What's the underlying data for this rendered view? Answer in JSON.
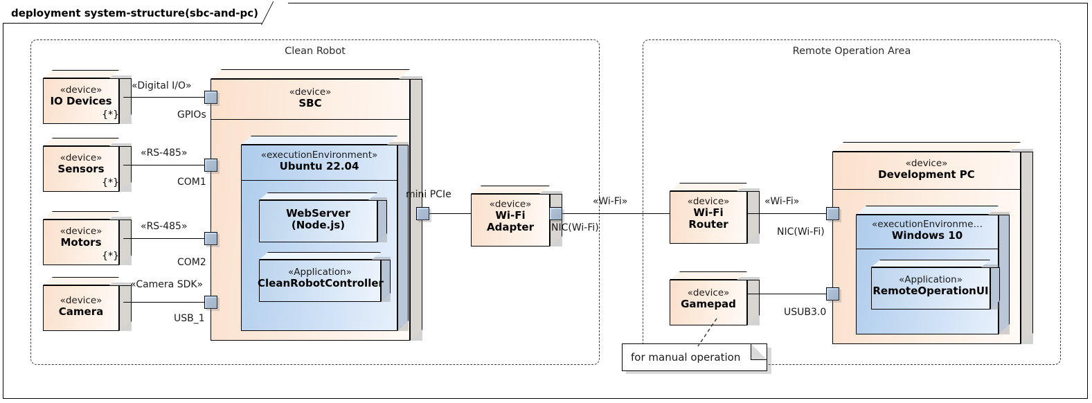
{
  "frame": {
    "label": "deployment system-structure(sbc-and-pc)"
  },
  "groups": [
    {
      "name": "clean-robot",
      "label": "Clean Robot"
    },
    {
      "name": "remote-operation-area",
      "label": "Remote Operation Area"
    }
  ],
  "nodes": {
    "io_devices": {
      "stereotype": "«device»",
      "name": "IO Devices",
      "multiplicity": "{*}"
    },
    "sensors": {
      "stereotype": "«device»",
      "name": "Sensors",
      "multiplicity": "{*}"
    },
    "motors": {
      "stereotype": "«device»",
      "name": "Motors",
      "multiplicity": "{*}"
    },
    "camera": {
      "stereotype": "«device»",
      "name": "Camera",
      "multiplicity": ""
    },
    "sbc": {
      "stereotype": "«device»",
      "name": "SBC"
    },
    "ubuntu": {
      "stereotype": "«executionEnvironment»",
      "name": "Ubuntu 22.04"
    },
    "webserver": {
      "stereotype": "",
      "name_line1": "WebServer",
      "name_line2": "(Node.js)"
    },
    "controller": {
      "stereotype": "«Application»",
      "name": "CleanRobotController"
    },
    "wifi_adapter": {
      "stereotype": "«device»",
      "name_line1": "Wi-Fi",
      "name_line2": "Adapter"
    },
    "wifi_router": {
      "stereotype": "«device»",
      "name_line1": "Wi-Fi",
      "name_line2": "Router"
    },
    "gamepad": {
      "stereotype": "«device»",
      "name": "Gamepad"
    },
    "dev_pc": {
      "stereotype": "«device»",
      "name": "Development PC"
    },
    "windows": {
      "stereotype": "«executionEnvironme…",
      "name": "Windows 10"
    },
    "remote_ui": {
      "stereotype": "«Application»",
      "name": "RemoteOperationUI"
    }
  },
  "ports": {
    "gpios": "GPIOs",
    "com1": "COM1",
    "com2": "COM2",
    "usb_1": "USB_1",
    "mini_pcie": "mini PCIe",
    "nic_wifi_adapter": "NIC(Wi-Fi)",
    "nic_wifi_pc": "NIC(Wi-Fi)",
    "usub30": "USUB3.0"
  },
  "connectors": {
    "digital_io": "«Digital I/O»",
    "rs485_sensors": "«RS-485»",
    "rs485_motors": "«RS-485»",
    "camera_sdk": "«Camera SDK»",
    "wifi_left": "«Wi-Fi»",
    "wifi_right": "«Wi-Fi»"
  },
  "note": {
    "text": "for manual operation"
  },
  "colors": {
    "device_fill": "#fae0cc",
    "env_fill": "#aeccec",
    "app_fill": "#bcd4ec",
    "port_fill": "#a9c8ec",
    "border": "#000000",
    "group_border": "#3a3a3a"
  }
}
